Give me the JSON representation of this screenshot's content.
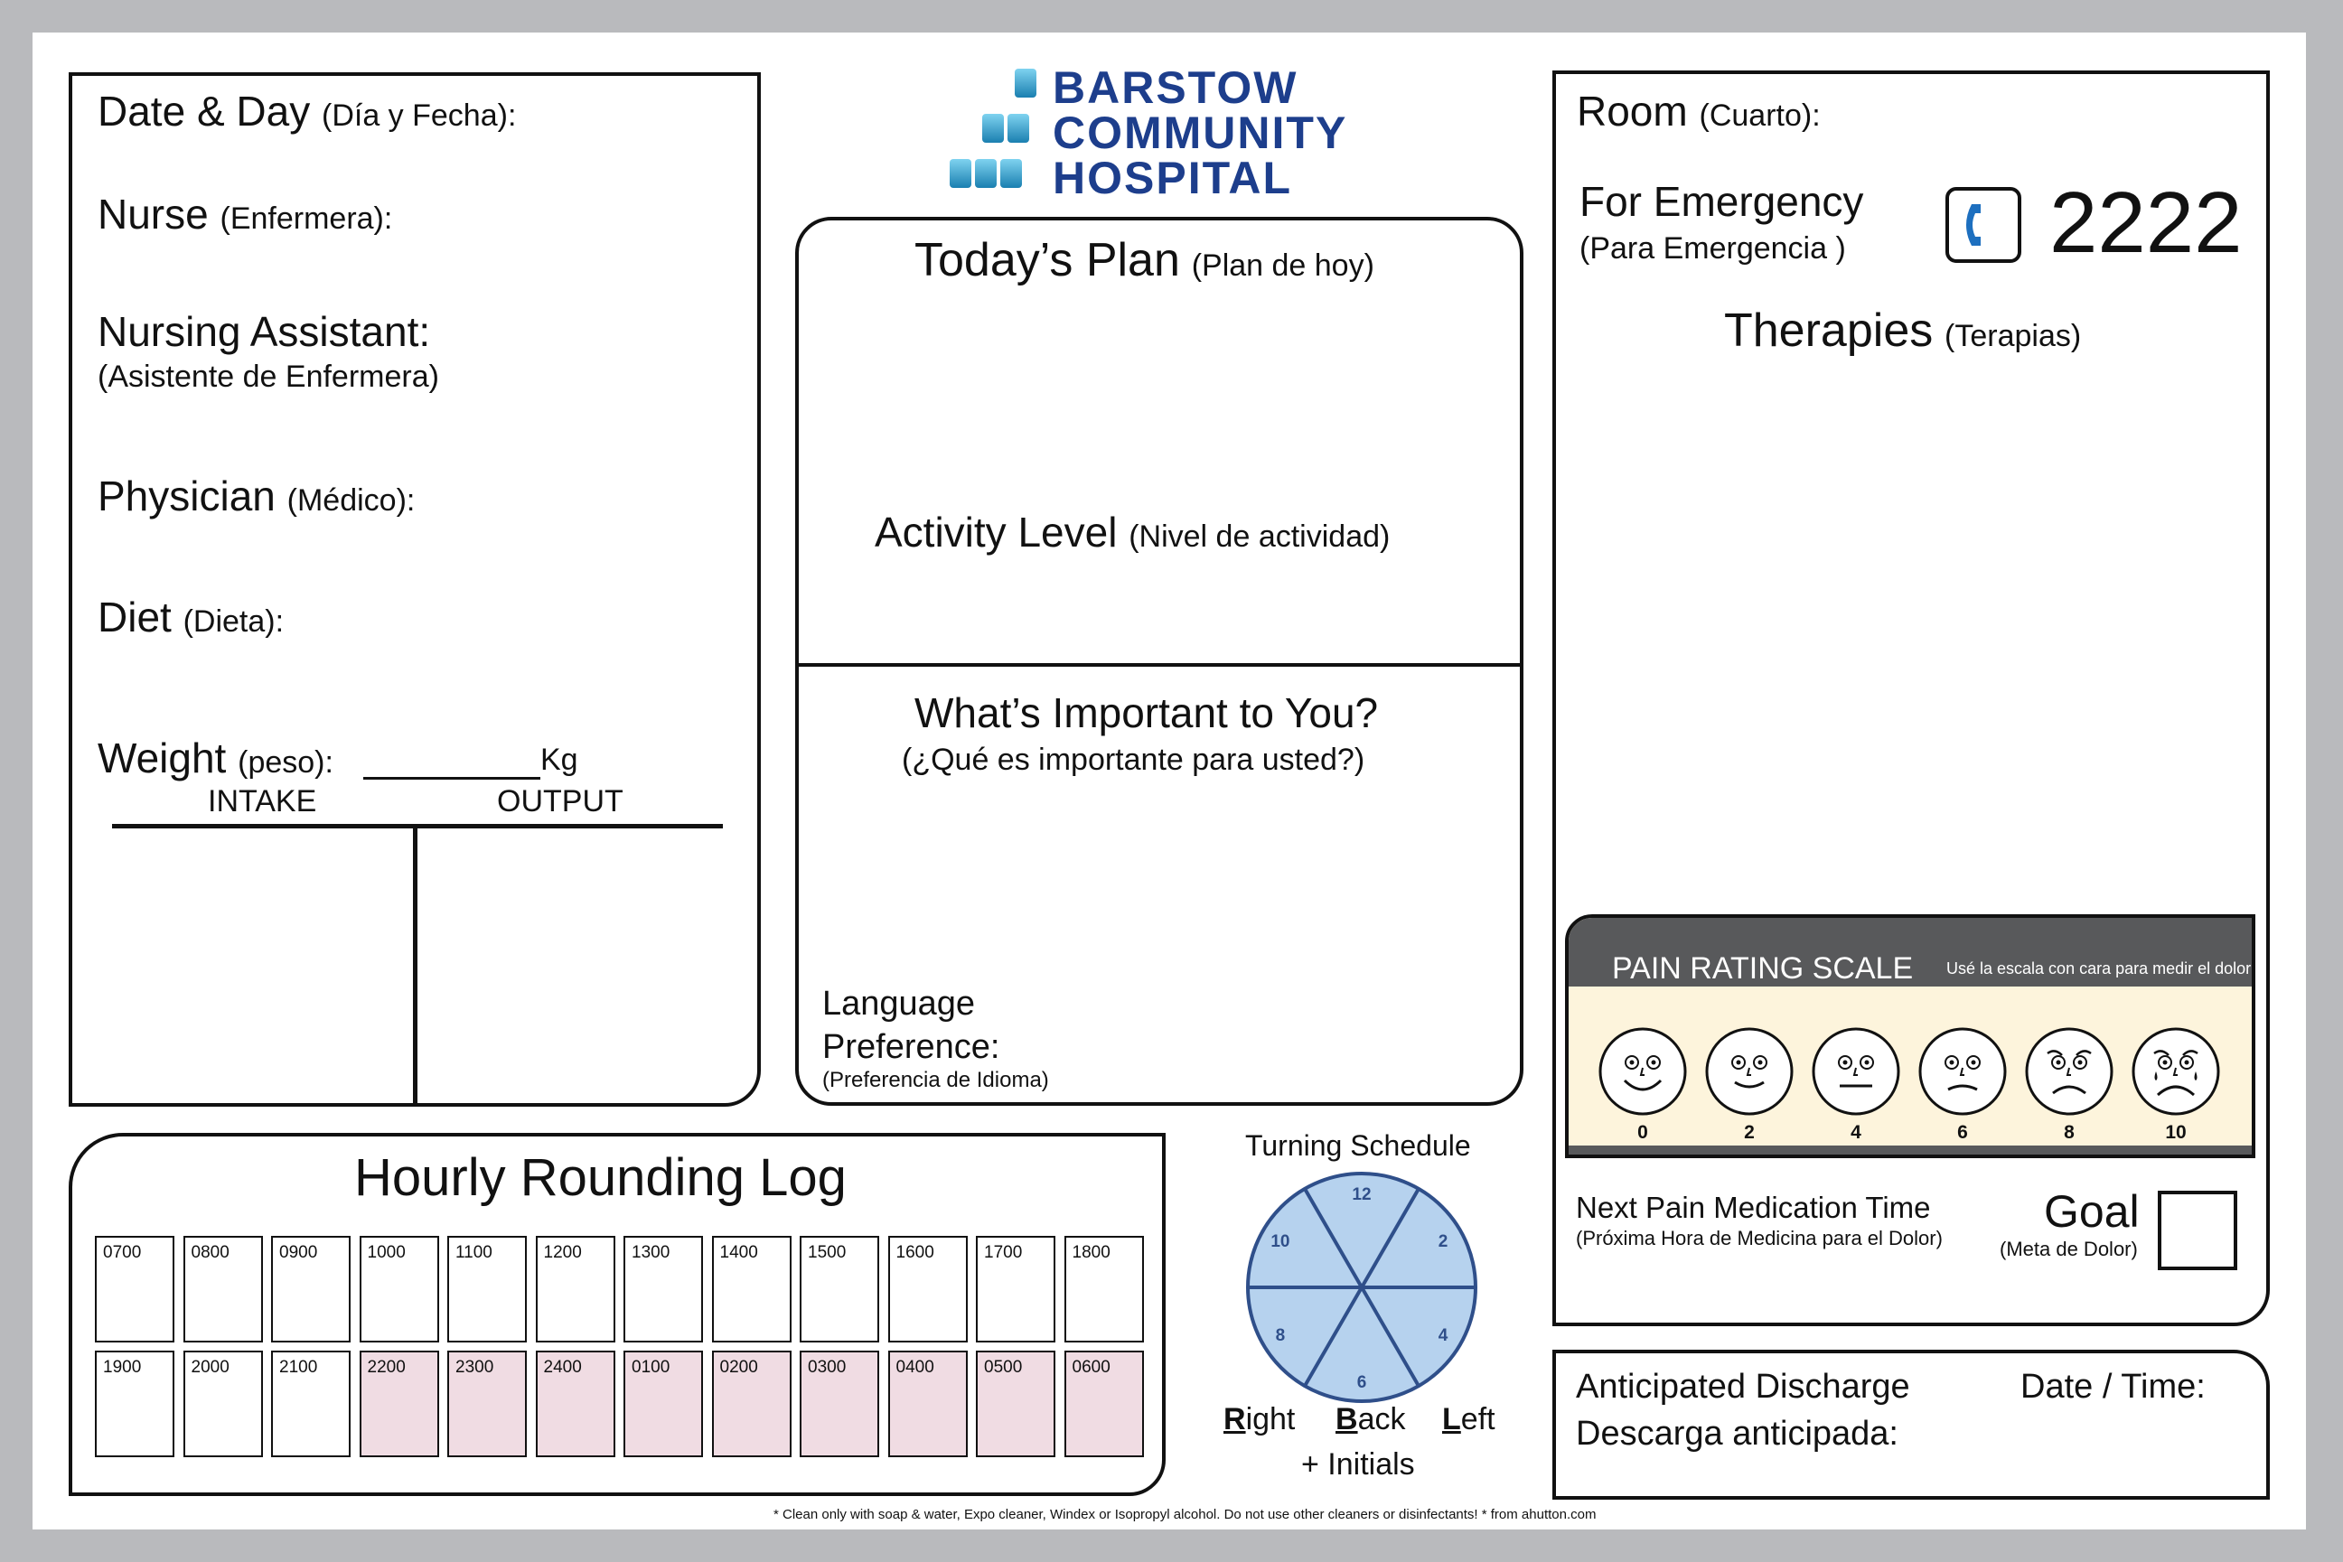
{
  "logo": {
    "line1": "BARSTOW",
    "line2": "COMMUNITY",
    "line3": "HOSPITAL"
  },
  "left_panel": {
    "date_label": "Date & Day",
    "date_sub": "(Día y Fecha):",
    "nurse_label": "Nurse",
    "nurse_sub": "(Enfermera):",
    "assistant_label": "Nursing Assistant:",
    "assistant_sub": "(Asistente de Enfermera)",
    "physician_label": "Physician",
    "physician_sub": "(Médico):",
    "diet_label": "Diet",
    "diet_sub": "(Dieta):",
    "weight_label": "Weight",
    "weight_sub": "(peso):",
    "weight_unit": "Kg",
    "intake": "INTAKE",
    "output": "OUTPUT"
  },
  "center_panel": {
    "plan_label": "Today’s Plan",
    "plan_sub": "(Plan de hoy)",
    "activity_label": "Activity Level",
    "activity_sub": "(Nivel de actividad)",
    "important_label": "What’s Important to You?",
    "important_sub": "(¿Qué es importante para usted?)",
    "language_line1": "Language",
    "language_line2": "Preference:",
    "language_sub": "(Preferencia de Idioma)"
  },
  "right_panel": {
    "room_label": "Room",
    "room_sub": "(Cuarto):",
    "emergency_label": "For Emergency",
    "emergency_sub": "(Para Emergencia )",
    "emergency_number": "2222",
    "therapies_label": "Therapies",
    "therapies_sub": "(Terapias)",
    "pain_scale_title": "PAIN RATING SCALE",
    "pain_scale_sub": "Usé la escala con cara para medir el dolor",
    "pain_levels": [
      "0",
      "2",
      "4",
      "6",
      "8",
      "10"
    ],
    "next_med_label": "Next Pain Medication Time",
    "next_med_sub": "(Próxima Hora de Medicina para el Dolor)",
    "goal_label": "Goal",
    "goal_sub": "(Meta de Dolor)"
  },
  "rounding_log": {
    "title": "Hourly Rounding Log",
    "row1": [
      "0700",
      "0800",
      "0900",
      "1000",
      "1100",
      "1200",
      "1300",
      "1400",
      "1500",
      "1600",
      "1700",
      "1800"
    ],
    "row2": [
      "1900",
      "2000",
      "2100",
      "2200",
      "2300",
      "2400",
      "0100",
      "0200",
      "0300",
      "0400",
      "0500",
      "0600"
    ]
  },
  "turning": {
    "title": "Turning Schedule",
    "clock_labels": [
      "12",
      "2",
      "4",
      "6",
      "8",
      "10"
    ],
    "right_rest": "ight",
    "right_first": "R",
    "back_first": "B",
    "back_rest": "ack",
    "left_first": "L",
    "left_rest": "eft",
    "initials": "+ Initials"
  },
  "discharge": {
    "label1": "Anticipated Discharge",
    "label2": "Descarga anticipada:",
    "date_time": "Date / Time:"
  },
  "footer": {
    "note": "* Clean only with soap & water, Expo cleaner, Windex or Isopropyl alcohol.  Do not use other cleaners or disinfectants!  *  from ahutton.com"
  }
}
